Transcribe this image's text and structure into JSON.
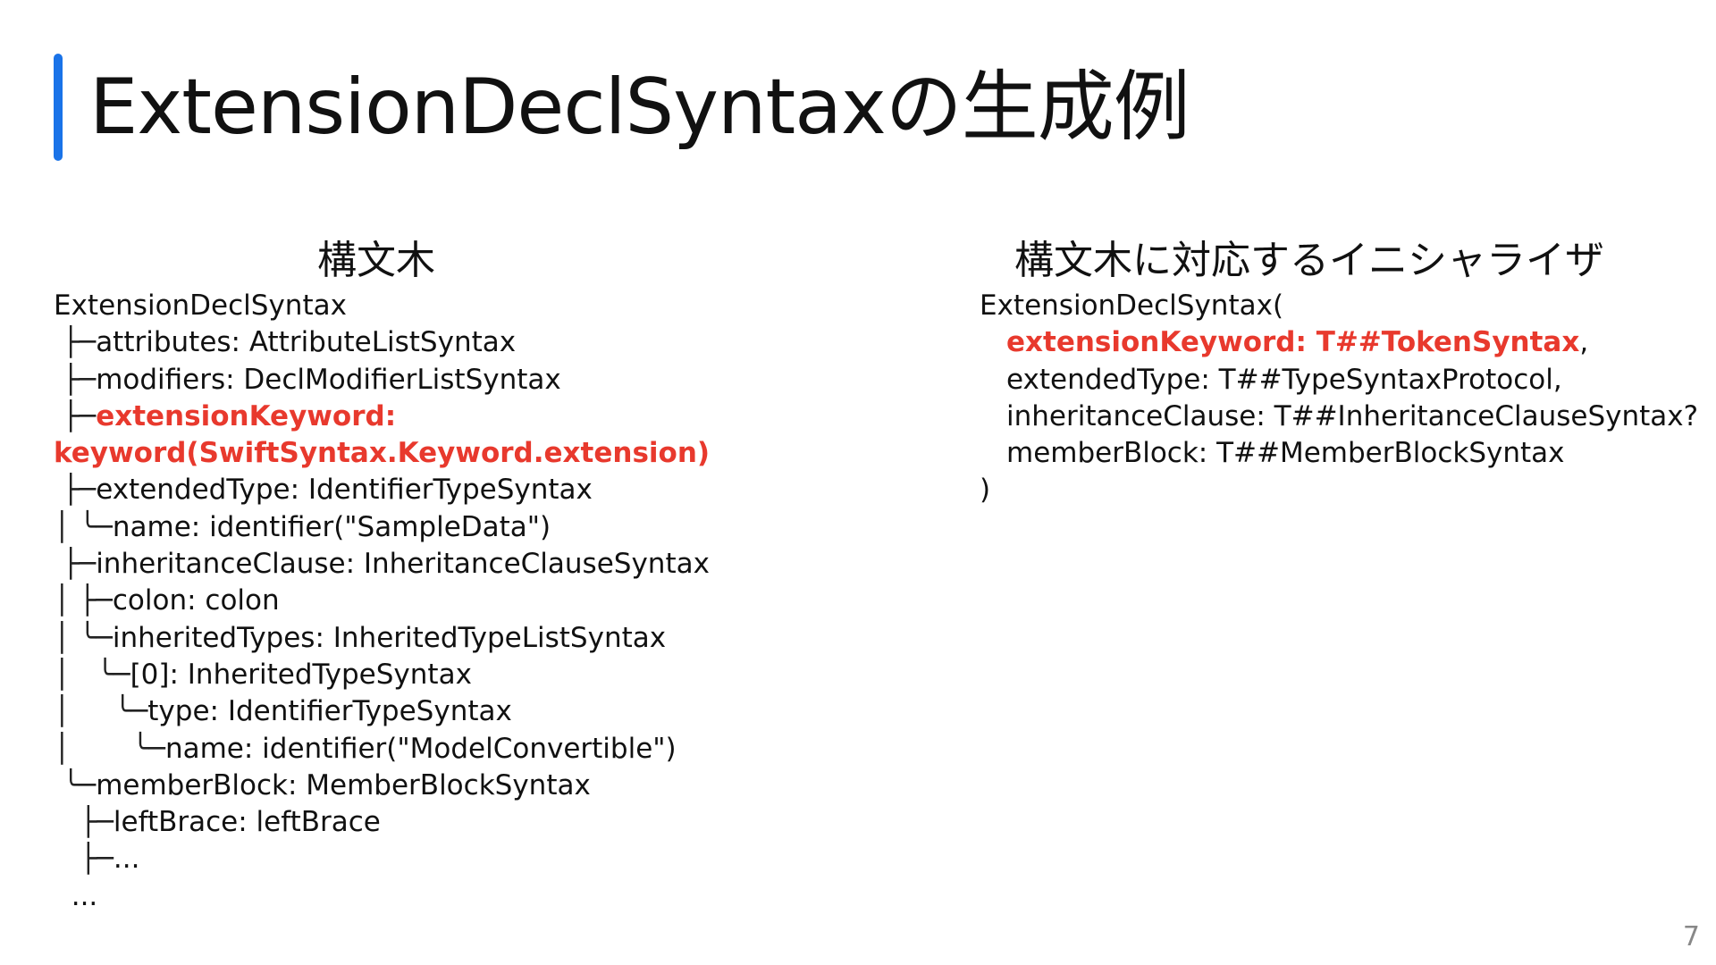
{
  "title": "ExtensionDeclSyntaxの生成例",
  "left_heading": "構文木",
  "right_heading": "構文木に対応するイニシャライザ",
  "tree": [
    {
      "prefix": "",
      "text": "ExtensionDeclSyntax",
      "highlight": false
    },
    {
      "prefix": " ├─",
      "text": "attributes: AttributeListSyntax",
      "highlight": false
    },
    {
      "prefix": " ├─",
      "text": "modifiers: DeclModifierListSyntax",
      "highlight": false
    },
    {
      "prefix": " ├─",
      "text": "extensionKeyword:",
      "highlight": true
    },
    {
      "prefix": "",
      "text": "keyword(SwiftSyntax.Keyword.extension)",
      "highlight": true
    },
    {
      "prefix": " ├─",
      "text": "extendedType: IdentifierTypeSyntax",
      "highlight": false
    },
    {
      "prefix": "│ ╰─",
      "text": "name: identifier(\"SampleData\")",
      "highlight": false
    },
    {
      "prefix": " ├─",
      "text": "inheritanceClause: InheritanceClauseSyntax",
      "highlight": false
    },
    {
      "prefix": "│ ├─",
      "text": "colon: colon",
      "highlight": false
    },
    {
      "prefix": "│ ╰─",
      "text": "inheritedTypes: InheritedTypeListSyntax",
      "highlight": false
    },
    {
      "prefix": "│   ╰─",
      "text": "[0]: InheritedTypeSyntax",
      "highlight": false
    },
    {
      "prefix": "│     ╰─",
      "text": "type: IdentifierTypeSyntax",
      "highlight": false
    },
    {
      "prefix": "│       ╰─",
      "text": "name: identifier(\"ModelConvertible\")",
      "highlight": false
    },
    {
      "prefix": " ╰─",
      "text": "memberBlock: MemberBlockSyntax",
      "highlight": false
    },
    {
      "prefix": "   ├─",
      "text": "leftBrace: leftBrace",
      "highlight": false
    },
    {
      "prefix": "   ├─",
      "text": "...",
      "highlight": false
    },
    {
      "prefix": "  ",
      "text": "...",
      "highlight": false
    }
  ],
  "initializer": {
    "open": "ExtensionDeclSyntax(",
    "params": [
      {
        "text": "extensionKeyword: T##TokenSyntax",
        "suffix": ",",
        "highlight": true
      },
      {
        "text": "extendedType: T##TypeSyntaxProtocol,",
        "suffix": "",
        "highlight": false
      },
      {
        "text": "inheritanceClause: T##InheritanceClauseSyntax?",
        "suffix": "",
        "highlight": false
      },
      {
        "text": "memberBlock: T##MemberBlockSyntax",
        "suffix": "",
        "highlight": false
      }
    ],
    "close": ")"
  },
  "page_number": "7",
  "colors": {
    "accent": "#1a73e8",
    "highlight": "#e8392d"
  }
}
